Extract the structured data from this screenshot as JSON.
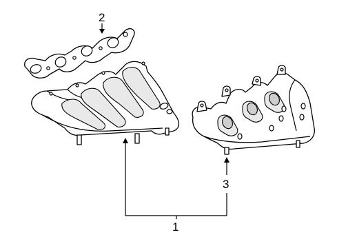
{
  "callouts": {
    "c1": "1",
    "c2": "2",
    "c3": "3"
  },
  "parts": [
    {
      "ref": "c2",
      "name": "exhaust-manifold-gasket"
    },
    {
      "ref": "c1",
      "name": "left-exhaust-manifold"
    },
    {
      "ref": "c1",
      "name": "right-exhaust-manifold"
    },
    {
      "ref": "c3",
      "name": "manifold-stud"
    }
  ],
  "colors": {
    "line": "#000000",
    "background": "#ffffff",
    "shade": "#e9e9e9"
  }
}
